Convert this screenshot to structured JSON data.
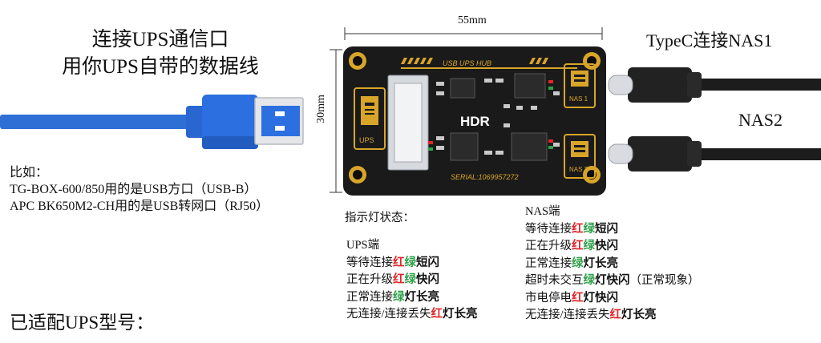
{
  "left": {
    "title_lines": [
      "连接UPS通信口",
      "用你UPS自带的数据线"
    ],
    "example_lines": [
      "比如：",
      "TG-BOX-600/850用的是USB方口（USB-B）",
      "APC BK650M2-CH用的是USB转网口（RJ50）"
    ],
    "supported_models_label": "已适配UPS型号："
  },
  "dimensions": {
    "width_label": "55mm",
    "height_label": "30mm"
  },
  "ports": {
    "nas1_label": "TypeC连接NAS1",
    "nas2_label": "NAS2"
  },
  "board": {
    "name": "USB UPS HUB",
    "logo": "HDR",
    "serial": "SERIAL:1069957272",
    "left_port_label": "UPS",
    "nas1_port_label": "NAS 1",
    "nas2_port_label": "NAS 2",
    "colors": {
      "pcb": "#1a1a1a",
      "gold": "#d8a529",
      "cable": "#2e6fd6",
      "usb_a": "#2b6fe0"
    }
  },
  "legend": {
    "heading": "指示灯状态：",
    "ups": {
      "title": "UPS端",
      "lines": [
        [
          {
            "t": "等待连接",
            "c": "plain"
          },
          {
            "t": "红",
            "c": "red"
          },
          {
            "t": "绿",
            "c": "green"
          },
          {
            "t": "短闪",
            "c": "dark"
          }
        ],
        [
          {
            "t": "正在升级",
            "c": "plain"
          },
          {
            "t": "红",
            "c": "red"
          },
          {
            "t": "绿",
            "c": "green"
          },
          {
            "t": "快闪",
            "c": "dark"
          }
        ],
        [
          {
            "t": "正常连接",
            "c": "plain"
          },
          {
            "t": "绿",
            "c": "green"
          },
          {
            "t": "灯长亮",
            "c": "dark"
          }
        ],
        [
          {
            "t": "无连接/连接丢失",
            "c": "plain"
          },
          {
            "t": "红",
            "c": "red"
          },
          {
            "t": "灯长亮",
            "c": "dark"
          }
        ]
      ]
    },
    "nas": {
      "title": "NAS端",
      "lines": [
        [
          {
            "t": "等待连接",
            "c": "plain"
          },
          {
            "t": "红",
            "c": "red"
          },
          {
            "t": "绿",
            "c": "green"
          },
          {
            "t": "短闪",
            "c": "dark"
          }
        ],
        [
          {
            "t": "正在升级",
            "c": "plain"
          },
          {
            "t": "红",
            "c": "red"
          },
          {
            "t": "绿",
            "c": "green"
          },
          {
            "t": "快闪",
            "c": "dark"
          }
        ],
        [
          {
            "t": "正常连接",
            "c": "plain"
          },
          {
            "t": "绿",
            "c": "green"
          },
          {
            "t": "灯长亮",
            "c": "dark"
          }
        ],
        [
          {
            "t": "超时未交互",
            "c": "plain"
          },
          {
            "t": "绿",
            "c": "green"
          },
          {
            "t": "灯快闪",
            "c": "dark"
          },
          {
            "t": "（正常现象）",
            "c": "plain"
          }
        ],
        [
          {
            "t": "市电停电",
            "c": "plain"
          },
          {
            "t": "红",
            "c": "red"
          },
          {
            "t": "灯快闪",
            "c": "dark"
          }
        ],
        [
          {
            "t": "无连接/连接丢失",
            "c": "plain"
          },
          {
            "t": "红",
            "c": "red"
          },
          {
            "t": "灯长亮",
            "c": "dark"
          }
        ]
      ]
    }
  }
}
